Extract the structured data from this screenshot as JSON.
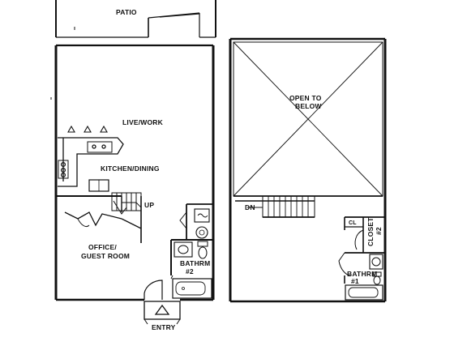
{
  "labels": {
    "patio": "PATIO",
    "live_work": "LIVE/WORK",
    "kitchen_dining": "KITCHEN/DINING",
    "up": "UP",
    "office_line1": "OFFICE/",
    "office_line2": "GUEST ROOM",
    "bathrm2_line1": "BATHRM",
    "bathrm2_line2": "#2",
    "entry": "ENTRY",
    "open_to_line1": "OPEN TO",
    "open_to_line2": "BELOW",
    "dn": "DN",
    "cl": "CL",
    "closet_line1": "CLOSET",
    "closet_line2": "#2",
    "bathrm1_line1": "BATHRM",
    "bathrm1_line2": "#1"
  },
  "colors": {
    "ink": "#111111",
    "background": "#ffffff"
  }
}
